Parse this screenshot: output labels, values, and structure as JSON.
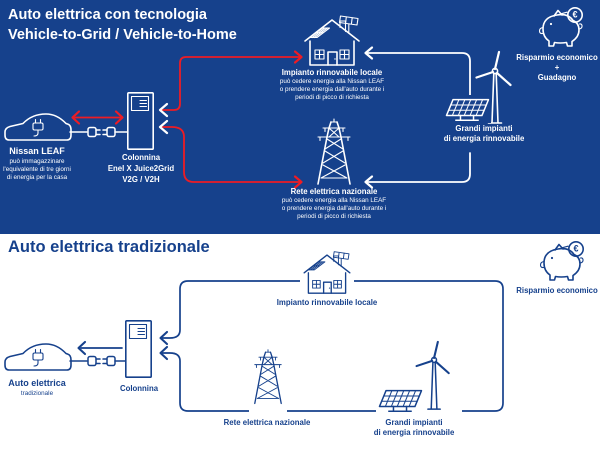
{
  "colors": {
    "top_background": "#16418c",
    "accent_red": "#ed1c24",
    "brand_blue": "#16418c",
    "white": "#ffffff"
  },
  "misc": {
    "euro_symbol": "€"
  },
  "icons": {
    "names": [
      "electric-car-icon",
      "charging-station-icon",
      "plug-icon",
      "socket-icon",
      "house-solar-icon",
      "transmission-tower-icon",
      "wind-turbine-icon",
      "solar-panel-icon",
      "piggy-bank-icon",
      "euro-coin-icon",
      "arrow-chevron-icon"
    ]
  },
  "top": {
    "title_line1": "Auto elettrica con tecnologia",
    "title_line2": "Vehicle-to-Grid / Vehicle-to-Home",
    "car": {
      "name": "Nissan LEAF",
      "desc_lines": [
        "può immagazzinare",
        "l'equivalente di tre giorni",
        "di energia per la casa"
      ]
    },
    "station": {
      "label_lines": [
        "Colonnina",
        "Enel X Juice2Grid",
        "V2G / V2H"
      ]
    },
    "house": {
      "label": "Impianto rinnovabile locale",
      "desc_lines": [
        "può cedere energia alla Nissan LEAF",
        "o prendere energia dall'auto durante i",
        "periodi di picco di richiesta"
      ]
    },
    "grid": {
      "label": "Rete elettrica nazionale",
      "desc_lines": [
        "può cedere energia alla Nissan LEAF",
        "o prendere energia dall'auto durante i",
        "periodi di picco di richiesta"
      ]
    },
    "plants": {
      "label_lines": [
        "Grandi impianti",
        "di energia rinnovabile"
      ]
    },
    "piggy": {
      "label_lines": [
        "Risparmio economico",
        "+",
        "Guadagno"
      ]
    }
  },
  "bottom": {
    "title": "Auto elettrica tradizionale",
    "car": {
      "label_lines": [
        "Auto elettrica",
        "tradizionale"
      ]
    },
    "station": {
      "label": "Colonnina"
    },
    "house": {
      "label": "Impianto rinnovabile locale"
    },
    "grid": {
      "label": "Rete elettrica nazionale"
    },
    "plants": {
      "label_lines": [
        "Grandi impianti",
        "di energia rinnovabile"
      ]
    },
    "piggy": {
      "label": "Risparmio economico"
    }
  }
}
